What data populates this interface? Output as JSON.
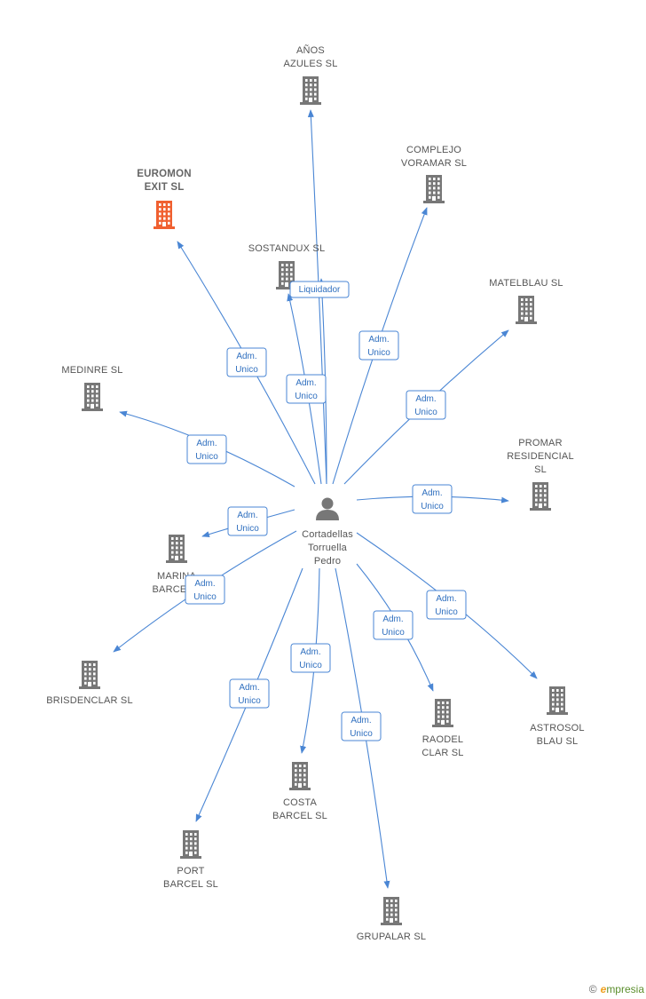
{
  "center": {
    "lines": [
      "Cortadellas",
      "Torruella",
      "Pedro"
    ],
    "icon": "person-icon",
    "color": "#777777"
  },
  "companies": [
    {
      "id": "anos",
      "lines": [
        "AÑOS",
        "AZULES SL"
      ],
      "highlight": false
    },
    {
      "id": "euromon",
      "lines": [
        "EUROMON",
        "EXIT  SL"
      ],
      "highlight": true
    },
    {
      "id": "sostandux",
      "lines": [
        "SOSTANDUX SL"
      ],
      "highlight": false
    },
    {
      "id": "complejo",
      "lines": [
        "COMPLEJO",
        "VORAMAR  SL"
      ],
      "highlight": false
    },
    {
      "id": "matelblau",
      "lines": [
        "MATELBLAU SL"
      ],
      "highlight": false
    },
    {
      "id": "medinre",
      "lines": [
        "MEDINRE SL"
      ],
      "highlight": false
    },
    {
      "id": "promar",
      "lines": [
        "PROMAR",
        "RESIDENCIAL",
        "SL"
      ],
      "highlight": false
    },
    {
      "id": "marina",
      "lines": [
        "MARINA",
        "BARCEL..."
      ],
      "highlight": false
    },
    {
      "id": "brisdenclar",
      "lines": [
        "BRISDENCLAR SL"
      ],
      "highlight": false
    },
    {
      "id": "astrosol",
      "lines": [
        "ASTROSOL",
        "BLAU SL"
      ],
      "highlight": false
    },
    {
      "id": "raodel",
      "lines": [
        "RAODEL",
        "CLAR SL"
      ],
      "highlight": false
    },
    {
      "id": "costa",
      "lines": [
        "COSTA",
        "BARCEL  SL"
      ],
      "highlight": false
    },
    {
      "id": "port",
      "lines": [
        "PORT",
        "BARCEL  SL"
      ],
      "highlight": false
    },
    {
      "id": "grupalar",
      "lines": [
        "GRUPALAR SL"
      ],
      "highlight": false
    }
  ],
  "relations": [
    {
      "to": "anos",
      "lines": []
    },
    {
      "to": "euromon",
      "lines": [
        "Adm.",
        "Unico"
      ]
    },
    {
      "to": "sostandux",
      "lines": [
        "Adm.",
        "Unico"
      ]
    },
    {
      "to": "sostandux",
      "lines": [
        "Liquidador"
      ]
    },
    {
      "to": "complejo",
      "lines": [
        "Adm.",
        "Unico"
      ]
    },
    {
      "to": "matelblau",
      "lines": [
        "Adm.",
        "Unico"
      ]
    },
    {
      "to": "medinre",
      "lines": [
        "Adm.",
        "Unico"
      ]
    },
    {
      "to": "promar",
      "lines": [
        "Adm.",
        "Unico"
      ]
    },
    {
      "to": "marina",
      "lines": [
        "Adm.",
        "Unico"
      ]
    },
    {
      "to": "brisdenclar",
      "lines": [
        "Adm.",
        "Unico"
      ]
    },
    {
      "to": "astrosol",
      "lines": [
        "Adm.",
        "Unico"
      ]
    },
    {
      "to": "raodel",
      "lines": [
        "Adm.",
        "Unico"
      ]
    },
    {
      "to": "costa",
      "lines": [
        "Adm.",
        "Unico"
      ]
    },
    {
      "to": "port",
      "lines": [
        "Adm.",
        "Unico"
      ]
    },
    {
      "to": "grupalar",
      "lines": [
        "Adm.",
        "Unico"
      ]
    }
  ],
  "colors": {
    "edge": "#4a86d4",
    "building": "#777777",
    "highlight": "#f06030"
  },
  "footer": {
    "copyright": "©",
    "brand_e": "e",
    "brand_rest": "mpresia"
  }
}
